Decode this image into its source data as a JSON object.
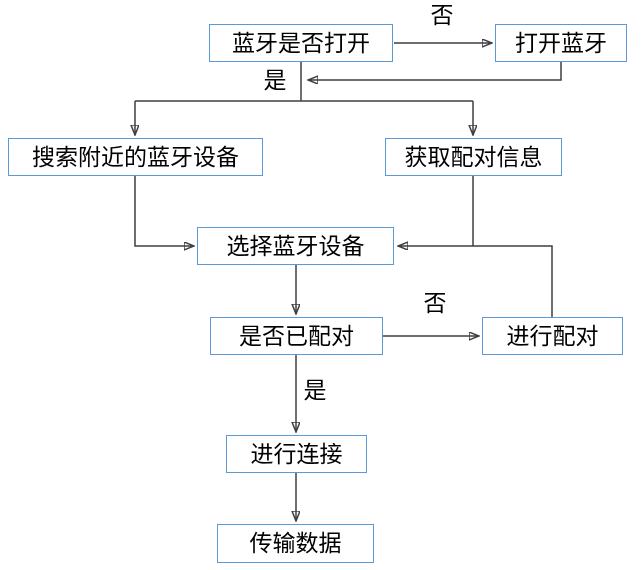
{
  "diagram": {
    "title": "bluetooth-connection-flowchart",
    "nodes": [
      {
        "id": "check-bt-on",
        "label": "蓝牙是否打开"
      },
      {
        "id": "turn-on-bt",
        "label": "打开蓝牙"
      },
      {
        "id": "search-devices",
        "label": "搜索附近的蓝牙设备"
      },
      {
        "id": "get-pair-info",
        "label": "获取配对信息"
      },
      {
        "id": "select-device",
        "label": "选择蓝牙设备"
      },
      {
        "id": "check-paired",
        "label": "是否已配对"
      },
      {
        "id": "do-pair",
        "label": "进行配对"
      },
      {
        "id": "do-connect",
        "label": "进行连接"
      },
      {
        "id": "transfer-data",
        "label": "传输数据"
      }
    ],
    "edge_labels": [
      {
        "id": "no-top",
        "label": "否"
      },
      {
        "id": "yes-top",
        "label": "是"
      },
      {
        "id": "no-mid",
        "label": "否"
      },
      {
        "id": "yes-mid",
        "label": "是"
      }
    ],
    "colors": {
      "box_border": "#5B9BD5",
      "box_fill": "#FFFFFF",
      "line": "#3F3F3F",
      "arrowhead": "#000000",
      "text": "#000000",
      "background": "#FFFFFF"
    }
  }
}
